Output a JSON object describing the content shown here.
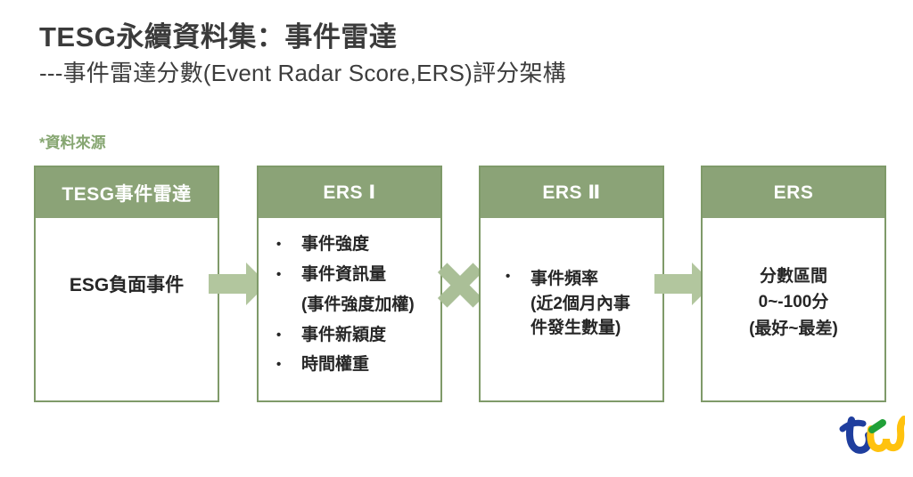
{
  "title": "TESG永續資料集：事件雷達",
  "subtitle": "---事件雷達分數(Event Radar Score,ERS)評分架構",
  "source_note": "*資料來源",
  "flow": {
    "bullet_glyph": "•",
    "connectors": [
      "arrow-right",
      "multiply",
      "arrow-right"
    ],
    "boxes": [
      {
        "header": "TESG事件雷達",
        "body": "ESG負面事件"
      },
      {
        "header": "ERS Ⅰ",
        "bullets": [
          "事件強度",
          "事件資訊量",
          "(事件強度加權)",
          "事件新穎度",
          "時間權重"
        ]
      },
      {
        "header": "ERS Ⅱ",
        "bullet_text": "事件頻率\n(近2個月內事\n件發生數量)"
      },
      {
        "header": "ERS",
        "body": "分數區間\n0~-100分\n(最好~最差)"
      }
    ]
  },
  "logo": {
    "brand": "tej"
  },
  "colors": {
    "box_border": "#7f9a69",
    "header_fill": "#8ba377",
    "connector_fill": "#b2c69e",
    "source_note_green": "#86a671",
    "title_text": "#3b3b3b",
    "logo_blue": "#1f3e9e",
    "logo_yellow": "#ffc20e",
    "logo_green": "#21a038"
  }
}
